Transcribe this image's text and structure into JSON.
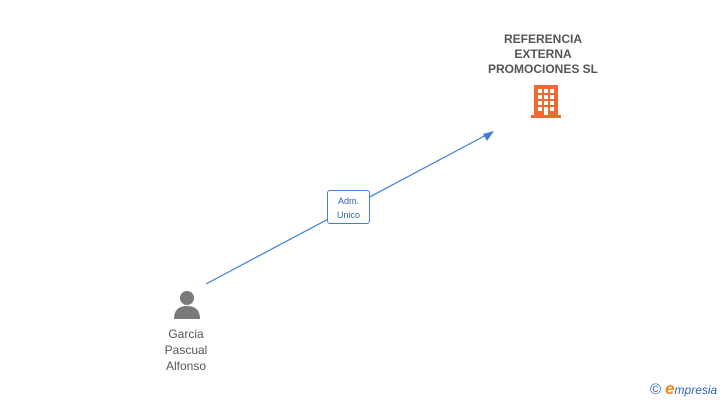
{
  "company": {
    "name": "REFERENCIA\nEXTERNA\nPROMOCIONES SL",
    "icon": "building-icon",
    "color": "#f26a32"
  },
  "person": {
    "name": "Garcia\nPascual\nAlfonso",
    "icon": "person-icon",
    "color": "#7a7a7a"
  },
  "relation": {
    "label": "Adm.\nUnico",
    "color": "#3d7fd6"
  },
  "brand": {
    "copyright_symbol": "©",
    "initial": "e",
    "name": "mpresia"
  }
}
